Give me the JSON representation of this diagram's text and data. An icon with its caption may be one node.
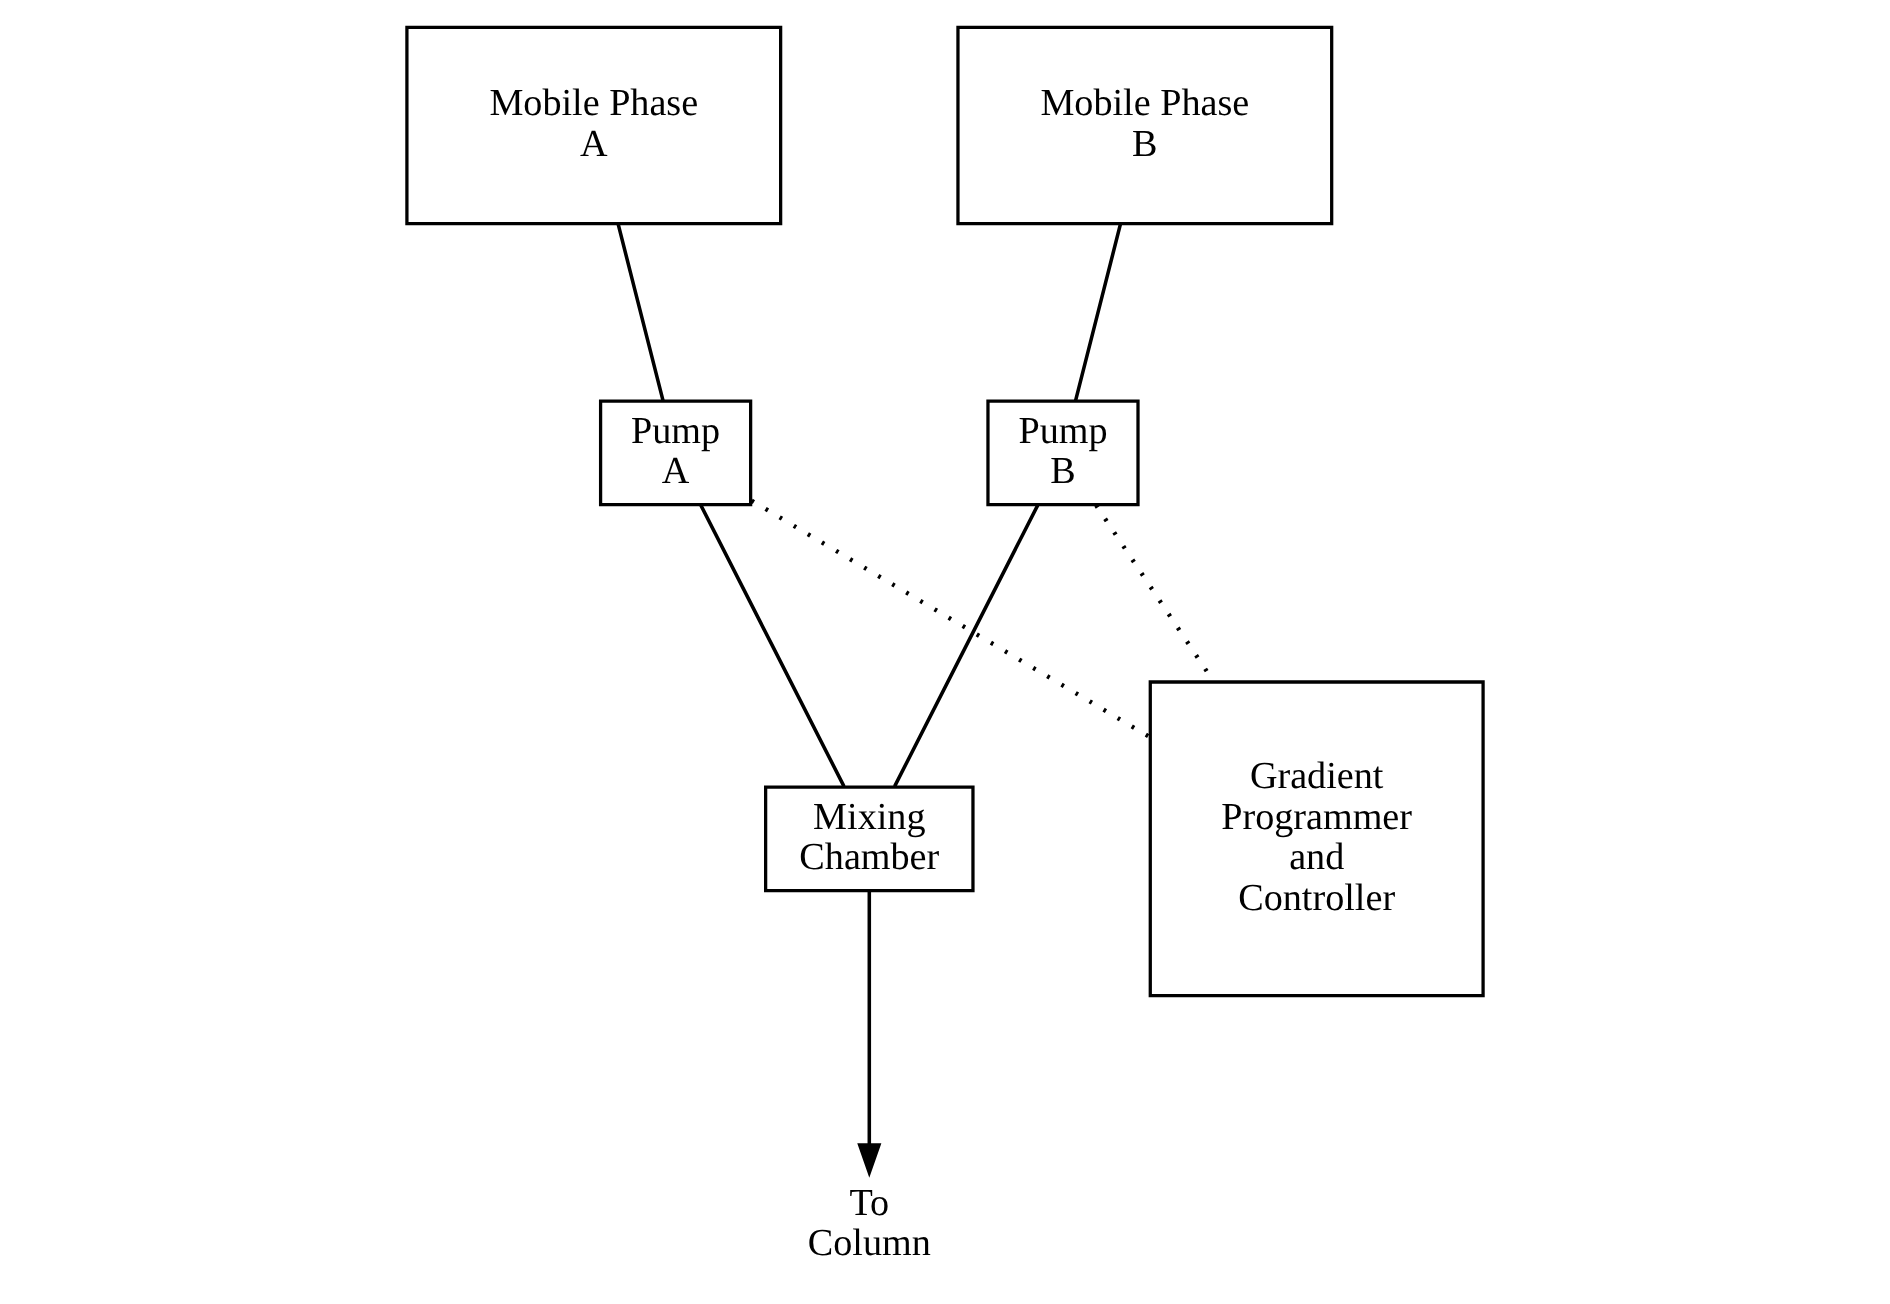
{
  "diagram": {
    "nodes": [
      {
        "text": [
          "Mobile Phase A"
        ]
      },
      {
        "text": [
          "Mobile Phase B"
        ]
      },
      {
        "text": [
          "Pump A"
        ]
      },
      {
        "text": [
          "Pump B"
        ]
      },
      {
        "text": [
          "Mixing Chamber"
        ]
      },
      {
        "text": [
          "Gradient Programmer and Controller"
        ]
      },
      {
        "text": [
          "To Column"
        ]
      }
    ],
    "edges": [
      {
        "from": 0,
        "to": 2,
        "arrow": "none"
      },
      {
        "from": 1,
        "to": 3,
        "arrow": "none"
      },
      {
        "from": 2,
        "to": 4,
        "arrow": "none"
      },
      {
        "from": 3,
        "to": 4,
        "arrow": "none"
      },
      {
        "from": 4,
        "to": 6,
        "arrow": "to"
      },
      {
        "from": 2,
        "to": 5,
        "arrow": "none",
        "style": "dashed"
      },
      {
        "from": 3,
        "to": 5,
        "arrow": "none",
        "style": "dashed"
      }
    ]
  }
}
